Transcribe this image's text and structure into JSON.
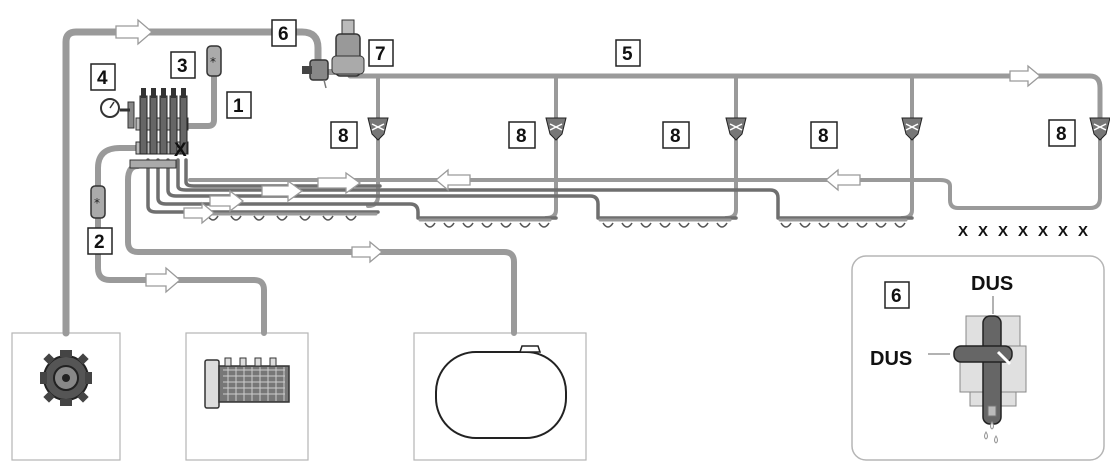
{
  "labels": {
    "n1": "1",
    "n2": "2",
    "n3": "3",
    "n4": "4",
    "n5": "5",
    "n6": "6",
    "n7": "7",
    "n8": "8",
    "inset_n6": "6"
  },
  "inset": {
    "dus_top": "DUS",
    "dus_left": "DUS"
  },
  "closed_marker": "X",
  "closed_nozzles": [
    "X",
    "X",
    "X",
    "X",
    "X",
    "X",
    "X"
  ],
  "colors": {
    "pipe": "#9a9a9a",
    "pipe_dark": "#6f6f6f",
    "ink": "#111111",
    "box_border": "#b5b5b5"
  },
  "icons": [
    "pump-icon",
    "filter-icon",
    "tank-icon",
    "pressure-gauge-icon",
    "flow-arrow-icon",
    "nozzle-icon",
    "valve-icon"
  ]
}
